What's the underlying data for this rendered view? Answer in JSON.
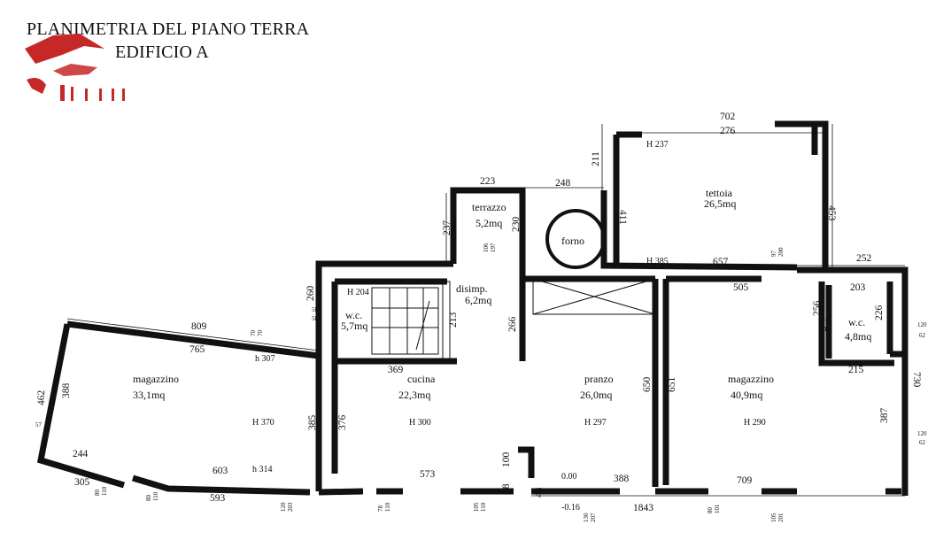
{
  "title": {
    "line1": "PLANIMETRIA DEL PIANO TERRA",
    "line2": "EDIFICIO A"
  },
  "rooms": [
    {
      "key": "magazzino_w",
      "name": "magazzino",
      "area": "33,1mq",
      "height": "H 370"
    },
    {
      "key": "cucina",
      "name": "cucina",
      "area": "22,3mq",
      "height": "H 300"
    },
    {
      "key": "pranzo",
      "name": "pranzo",
      "area": "26,0mq",
      "height": "H 297"
    },
    {
      "key": "magazzino_e",
      "name": "magazzino",
      "area": "40,9mq",
      "height": "H 290"
    },
    {
      "key": "wc_w",
      "name": "w.c.",
      "area": "5,7mq",
      "height": "H 204"
    },
    {
      "key": "disimp",
      "name": "disimp.",
      "area": "6,2mq"
    },
    {
      "key": "terrazzo",
      "name": "terrazzo",
      "area": "5,2mq"
    },
    {
      "key": "forno",
      "name": "forno"
    },
    {
      "key": "tettoia",
      "name": "tettoia",
      "area": "26,5mq",
      "height": "H 237",
      "height2": "H 385"
    },
    {
      "key": "wc_e",
      "name": "w.c.",
      "area": "4,8mq"
    }
  ],
  "dimensions": {
    "d809": "809",
    "d765": "765",
    "d388a": "388",
    "d462": "462",
    "d244": "244",
    "d305": "305",
    "d603": "603",
    "d593": "593",
    "d385": "385",
    "d376": "376",
    "d369": "369",
    "d573": "573",
    "d260": "260",
    "d213": "213",
    "d266": "266",
    "d223": "223",
    "d248": "248",
    "d237": "237",
    "d230": "230",
    "d211": "211",
    "d411": "411",
    "d702": "702",
    "d276": "276",
    "d453": "453",
    "d657": "657",
    "d252": "252",
    "d505": "505",
    "d203": "203",
    "d256": "256",
    "d226": "226",
    "d215": "215",
    "d650": "650",
    "d651": "651",
    "d730": "730",
    "d387": "387",
    "d709": "709",
    "d388b": "388",
    "d1843": "1843",
    "d100": "100",
    "d58": "58",
    "d48": "48"
  },
  "heights": {
    "h307": "h 307",
    "h314": "h 314"
  },
  "levels": {
    "lv_000": "0.00",
    "lv_016": "-0.16"
  },
  "openings": {
    "o7070": [
      "70",
      "70"
    ],
    "o5858": [
      "58",
      "58"
    ],
    "o106197": [
      "106",
      "197"
    ],
    "o97200": [
      "97",
      "200"
    ],
    "o67200": [
      "67",
      "200"
    ],
    "o12062a": [
      "120",
      "62"
    ],
    "o12062b": [
      "120",
      "62"
    ],
    "o80110a": [
      "80",
      "110"
    ],
    "o80110b": [
      "80",
      "110"
    ],
    "o120203": [
      "120",
      "203"
    ],
    "o78110": [
      "78",
      "110"
    ],
    "o105110": [
      "105",
      "110"
    ],
    "o130207": [
      "130",
      "207"
    ],
    "o80101": [
      "80",
      "101"
    ],
    "o105201": [
      "105",
      "201"
    ],
    "o57": [
      "57"
    ]
  }
}
